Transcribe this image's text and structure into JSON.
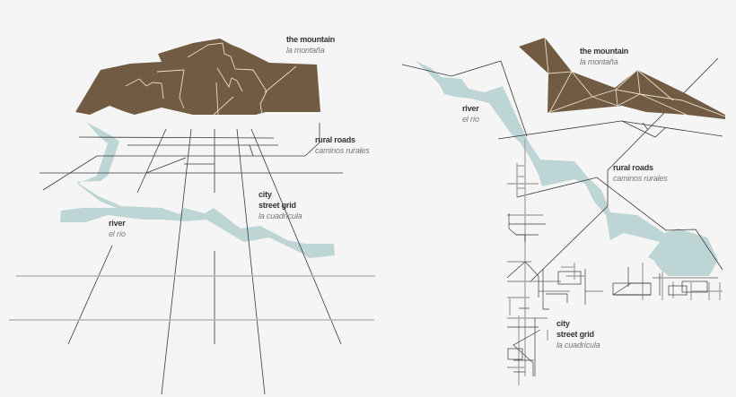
{
  "colors": {
    "background": "#f5f5f5",
    "mountain": "#715c43",
    "mountain_lines": "#e8dcc8",
    "river": "#bdd5d5",
    "road": "#3a3a3a",
    "grid_light": "#b5b5b5",
    "label_en": "#333333",
    "label_es": "#777777"
  },
  "left_panel": {
    "labels": {
      "mountain": {
        "en": "the mountain",
        "es": "la montaña"
      },
      "rural_roads": {
        "en": "rural roads",
        "es": "caminos rurales"
      },
      "city_grid": {
        "en_line1": "city",
        "en_line2": "street grid",
        "es": "la cuadrícula"
      },
      "river": {
        "en": "river",
        "es": "el río"
      }
    }
  },
  "right_panel": {
    "labels": {
      "mountain": {
        "en": "the mountain",
        "es": "la montaña"
      },
      "river": {
        "en": "river",
        "es": "el río"
      },
      "rural_roads": {
        "en": "rural roads",
        "es": "caminos rurales"
      },
      "city_grid": {
        "en_line1": "city",
        "en_line2": "street grid",
        "es": "la cuadrícula"
      }
    }
  }
}
